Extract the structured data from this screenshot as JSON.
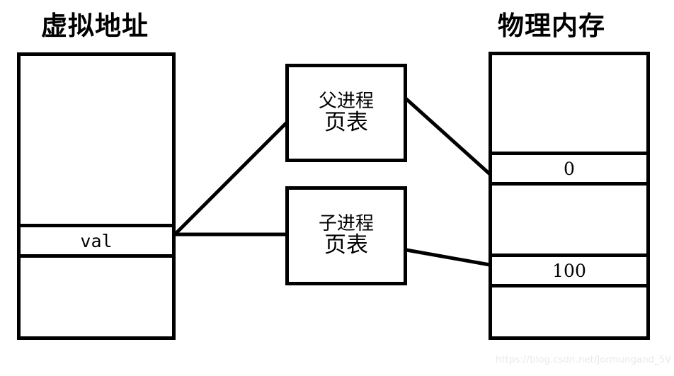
{
  "diagram": {
    "titles": {
      "virtual_address": "虚拟地址",
      "physical_memory": "物理内存"
    },
    "virtual_address_box": {
      "cells": [
        {
          "label": "",
          "name": "virtual-cell-upper"
        },
        {
          "label": "val",
          "name": "virtual-cell-val"
        },
        {
          "label": "",
          "name": "virtual-cell-lower"
        }
      ]
    },
    "page_tables": [
      {
        "name": "parent-page-table",
        "line1": "父进程",
        "line2": "页表"
      },
      {
        "name": "child-page-table",
        "line1": "子进程",
        "line2": "页表"
      }
    ],
    "physical_memory_box": {
      "cells": [
        {
          "label": "",
          "name": "physical-cell-empty-top"
        },
        {
          "label": "0",
          "name": "physical-cell-zero"
        },
        {
          "label": "",
          "name": "physical-cell-empty-middle"
        },
        {
          "label": "100",
          "name": "physical-cell-hundred"
        },
        {
          "label": "",
          "name": "physical-cell-empty-bottom"
        }
      ]
    },
    "connections": [
      {
        "from": "virtual-cell-val",
        "to": "parent-page-table"
      },
      {
        "from": "virtual-cell-val",
        "to": "child-page-table"
      },
      {
        "from": "parent-page-table",
        "to": "physical-cell-zero"
      },
      {
        "from": "child-page-table",
        "to": "physical-cell-hundred"
      }
    ],
    "colors": {
      "stroke": "#000000",
      "background": "#ffffff",
      "watermark": "#e9e9e9"
    },
    "watermark": "https://blog.csdn.net/Jormungand_5V"
  }
}
